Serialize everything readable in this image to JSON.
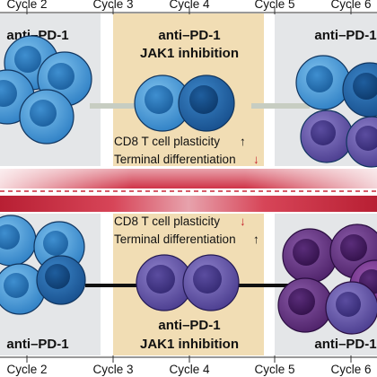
{
  "cycles_top": [
    "Cycle 2",
    "Cycle 3",
    "Cycle 4",
    "Cycle 5",
    "Cycle 6"
  ],
  "cycles_bottom": [
    "Cycle 2",
    "Cycle 3",
    "Cycle 4",
    "Cycle 5",
    "Cycle 6"
  ],
  "top": {
    "left_title": "anti–PD-1",
    "mid_title_1": "anti–PD-1",
    "mid_title_2": "JAK1 inhibition",
    "right_title": "anti–PD-1",
    "plasticity_label": "CD8 T cell plasticity",
    "plasticity_arrow": "↑",
    "terminal_label": "Terminal differentiation",
    "terminal_arrow": "↓"
  },
  "bottom": {
    "left_title": "anti–PD-1",
    "mid_title_1": "anti–PD-1",
    "mid_title_2": "JAK1 inhibition",
    "right_title": "anti–PD-1",
    "plasticity_label": "CD8 T cell plasticity",
    "plasticity_arrow": "↓",
    "terminal_label": "Terminal differentiation",
    "terminal_arrow": "↑"
  },
  "colors": {
    "panel_gray": "#e4e6e8",
    "panel_tan": "#f1ddb4",
    "arrow_up": "#111111",
    "arrow_down": "#c41e2a",
    "band_red": "#c8283a",
    "cell_blue": "#3f8fd0",
    "cell_navy": "#1f5e9e",
    "cell_violet": "#5b4da0",
    "cell_purple": "#5a2d7a"
  }
}
